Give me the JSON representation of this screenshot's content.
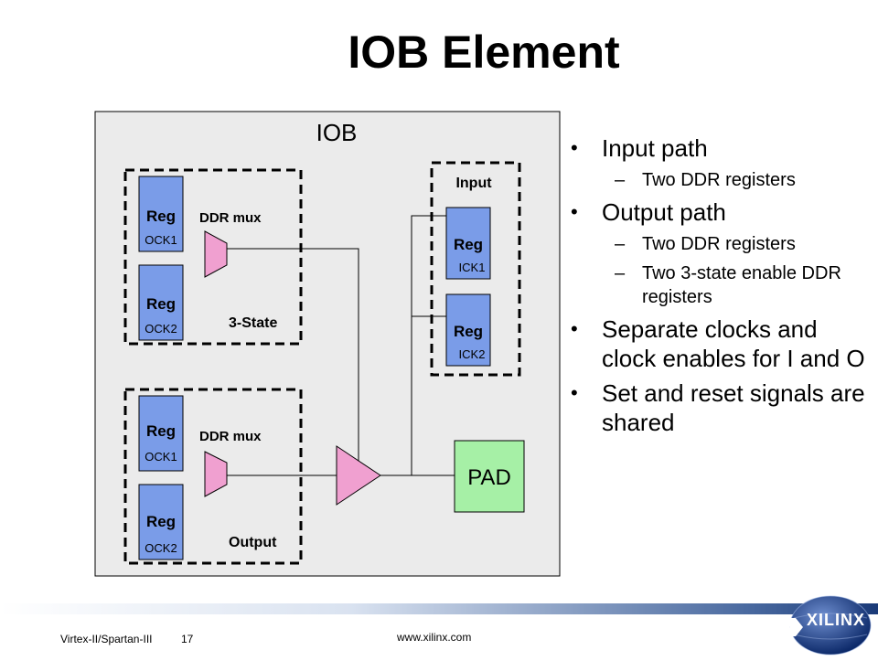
{
  "title": "IOB Element",
  "diagram": {
    "iob_label": "IOB",
    "tristate_group": {
      "label": "3-State",
      "mux_label": "DDR mux",
      "reg1": {
        "label": "Reg",
        "clock": "OCK1"
      },
      "reg2": {
        "label": "Reg",
        "clock": "OCK2"
      }
    },
    "output_group": {
      "label": "Output",
      "mux_label": "DDR mux",
      "reg1": {
        "label": "Reg",
        "clock": "OCK1"
      },
      "reg2": {
        "label": "Reg",
        "clock": "OCK2"
      }
    },
    "input_group": {
      "label": "Input",
      "reg1": {
        "label": "Reg",
        "clock": "ICK1"
      },
      "reg2": {
        "label": "Reg",
        "clock": "ICK2"
      }
    },
    "pad_label": "PAD",
    "colors": {
      "reg_fill": "#7a9ce8",
      "mux_fill": "#f0a0d0",
      "iob_fill": "#ebebeb",
      "pad_fill": "#a6f0a6"
    }
  },
  "bullets": [
    {
      "text": "Input path",
      "subs": [
        "Two DDR registers"
      ]
    },
    {
      "text": "Output path",
      "subs": [
        "Two DDR registers",
        "Two 3-state enable DDR registers"
      ]
    },
    {
      "text": "Separate clocks and clock enables for I and O",
      "subs": []
    },
    {
      "text": "Set and reset signals are shared",
      "subs": []
    }
  ],
  "footer": {
    "left": "Virtex-II/Spartan-III",
    "page": "17",
    "url": "www.xilinx.com",
    "logo_text": "XILINX"
  }
}
